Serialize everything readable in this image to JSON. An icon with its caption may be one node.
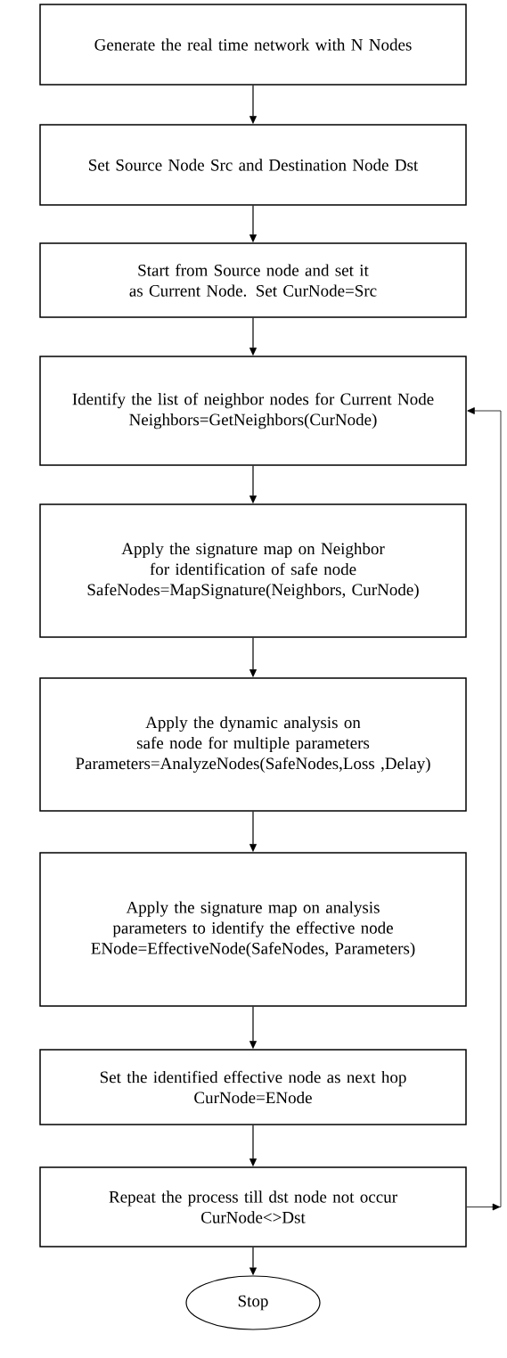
{
  "diagram": {
    "nodes": [
      {
        "text": [
          "Generate the real time network with N Nodes"
        ]
      },
      {
        "text": [
          "Set Source Node Src and Destination Node Dst"
        ]
      },
      {
        "text": [
          "Start from Source node and set it as Current Node. Set CurNode=Src"
        ]
      },
      {
        "text": [
          "Identify the list of neighbor nodes for Current Node",
          "Neighbors=GetNeighbors(CurNode)"
        ]
      },
      {
        "text": [
          "Apply the signature map on Neighbor for identification of safe node",
          "SafeNodes=MapSignature(Neighbors, CurNode)"
        ]
      },
      {
        "text": [
          "Apply the dynamic analysis on safe node for multiple parameters",
          "Parameters=AnalyzeNodes(SafeNodes,Loss ,Delay)"
        ]
      },
      {
        "text": [
          "Apply the signature map on analysis parameters to identify the effective node",
          "ENode=EffectiveNode(SafeNodes, Parameters)"
        ]
      },
      {
        "text": [
          "Set the identified effective node as next hop",
          "CurNode=ENode"
        ]
      },
      {
        "text": [
          "Repeat the process till dst node not occur",
          "CurNode<>Dst"
        ]
      },
      {
        "text": [
          "Stop"
        ]
      }
    ],
    "edges": [
      {
        "from": 0,
        "to": 1,
        "arrow": "to"
      },
      {
        "from": 1,
        "to": 2,
        "arrow": "to"
      },
      {
        "from": 2,
        "to": 3,
        "arrow": "to"
      },
      {
        "from": 3,
        "to": 4,
        "arrow": "to"
      },
      {
        "from": 4,
        "to": 5,
        "arrow": "to"
      },
      {
        "from": 5,
        "to": 6,
        "arrow": "to"
      },
      {
        "from": 6,
        "to": 7,
        "arrow": "to"
      },
      {
        "from": 7,
        "to": 8,
        "arrow": "to"
      },
      {
        "from": 8,
        "to": 9,
        "arrow": "to"
      },
      {
        "from": 8,
        "to": 3,
        "arrow": "to"
      }
    ]
  }
}
